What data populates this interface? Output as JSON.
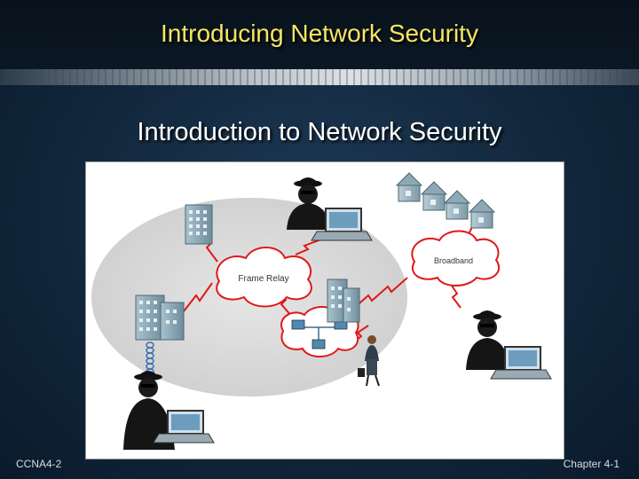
{
  "slide": {
    "title": "Introducing Network Security",
    "subtitle": "Introduction to Network Security",
    "footer_left": "CCNA4-2",
    "footer_right": "Chapter 4-1"
  },
  "diagram": {
    "cloud_frame_relay": "Frame Relay",
    "cloud_broadband": "Broadband"
  }
}
